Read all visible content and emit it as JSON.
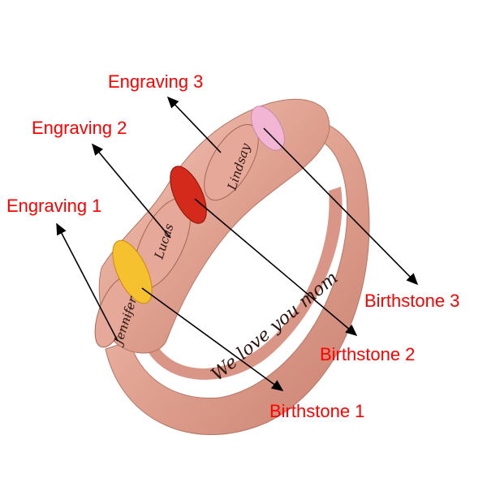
{
  "labels": {
    "engraving_1": "Engraving 1",
    "engraving_2": "Engraving 2",
    "engraving_3": "Engraving 3",
    "birthstone_1": "Birthstone 1",
    "birthstone_2": "Birthstone 2",
    "birthstone_3": "Birthstone 3"
  },
  "engravings": {
    "name_1": "Jennifer",
    "name_2": "Lucas",
    "name_3": "Lindsay",
    "inner": "We love you mom"
  },
  "colors": {
    "label": "#ff0000",
    "metal": "#e8aa9a",
    "stone_1": "#f5c12e",
    "stone_2": "#d42a1c",
    "stone_3": "#f2b6d4"
  }
}
